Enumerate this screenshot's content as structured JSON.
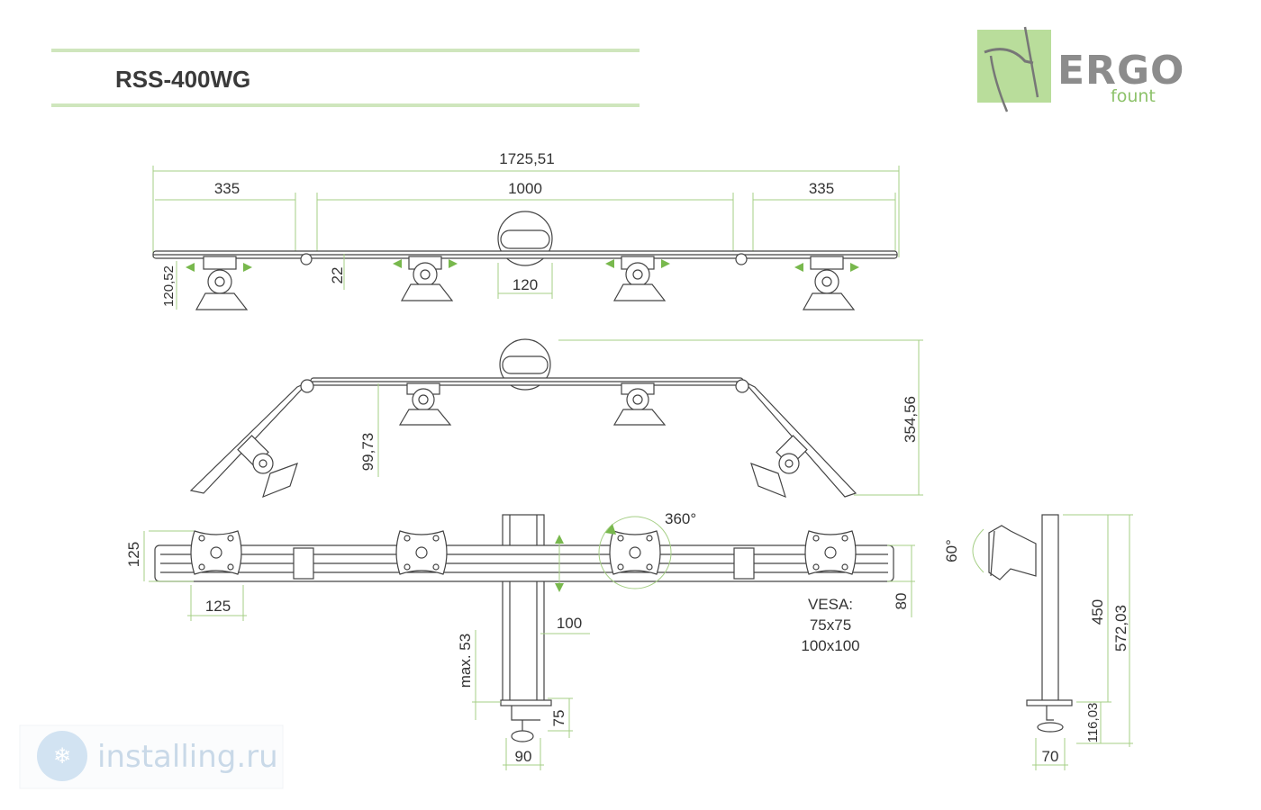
{
  "header": {
    "model": "RSS-400WG"
  },
  "logo": {
    "brand": "ERGO",
    "sub": "fount",
    "color": "#8dc26a",
    "icon": "ergofount-arm-logo-icon"
  },
  "watermark": {
    "text": "installing.ru",
    "icon": "snowflake-logo-icon"
  },
  "colors": {
    "dimension_lines": "#a6cf86",
    "arrows": "#78b84d",
    "drawing": "#444444",
    "text": "#333333"
  },
  "top_view": {
    "total_width": "1725,51",
    "left_section": "335",
    "center_section": "1000",
    "right_section": "335",
    "arm_depth": "120,52",
    "rail_offset": "22",
    "pole_width": "120"
  },
  "angled_view": {
    "depth": "354,56",
    "head_offset": "99,73"
  },
  "front_view": {
    "plate_height": "125",
    "plate_width": "125",
    "rotation": "360°",
    "bar_height": "80",
    "pole_width": "100",
    "clamp_range": "max. 53",
    "clamp_depth": "75",
    "clamp_width": "90",
    "vesa_title": "VESA:",
    "vesa_1": "75x75",
    "vesa_2": "100x100"
  },
  "side_view": {
    "tilt": "60°",
    "pole_height": "450",
    "total_height": "572,03",
    "clamp_height": "116,03",
    "base_width": "70"
  }
}
